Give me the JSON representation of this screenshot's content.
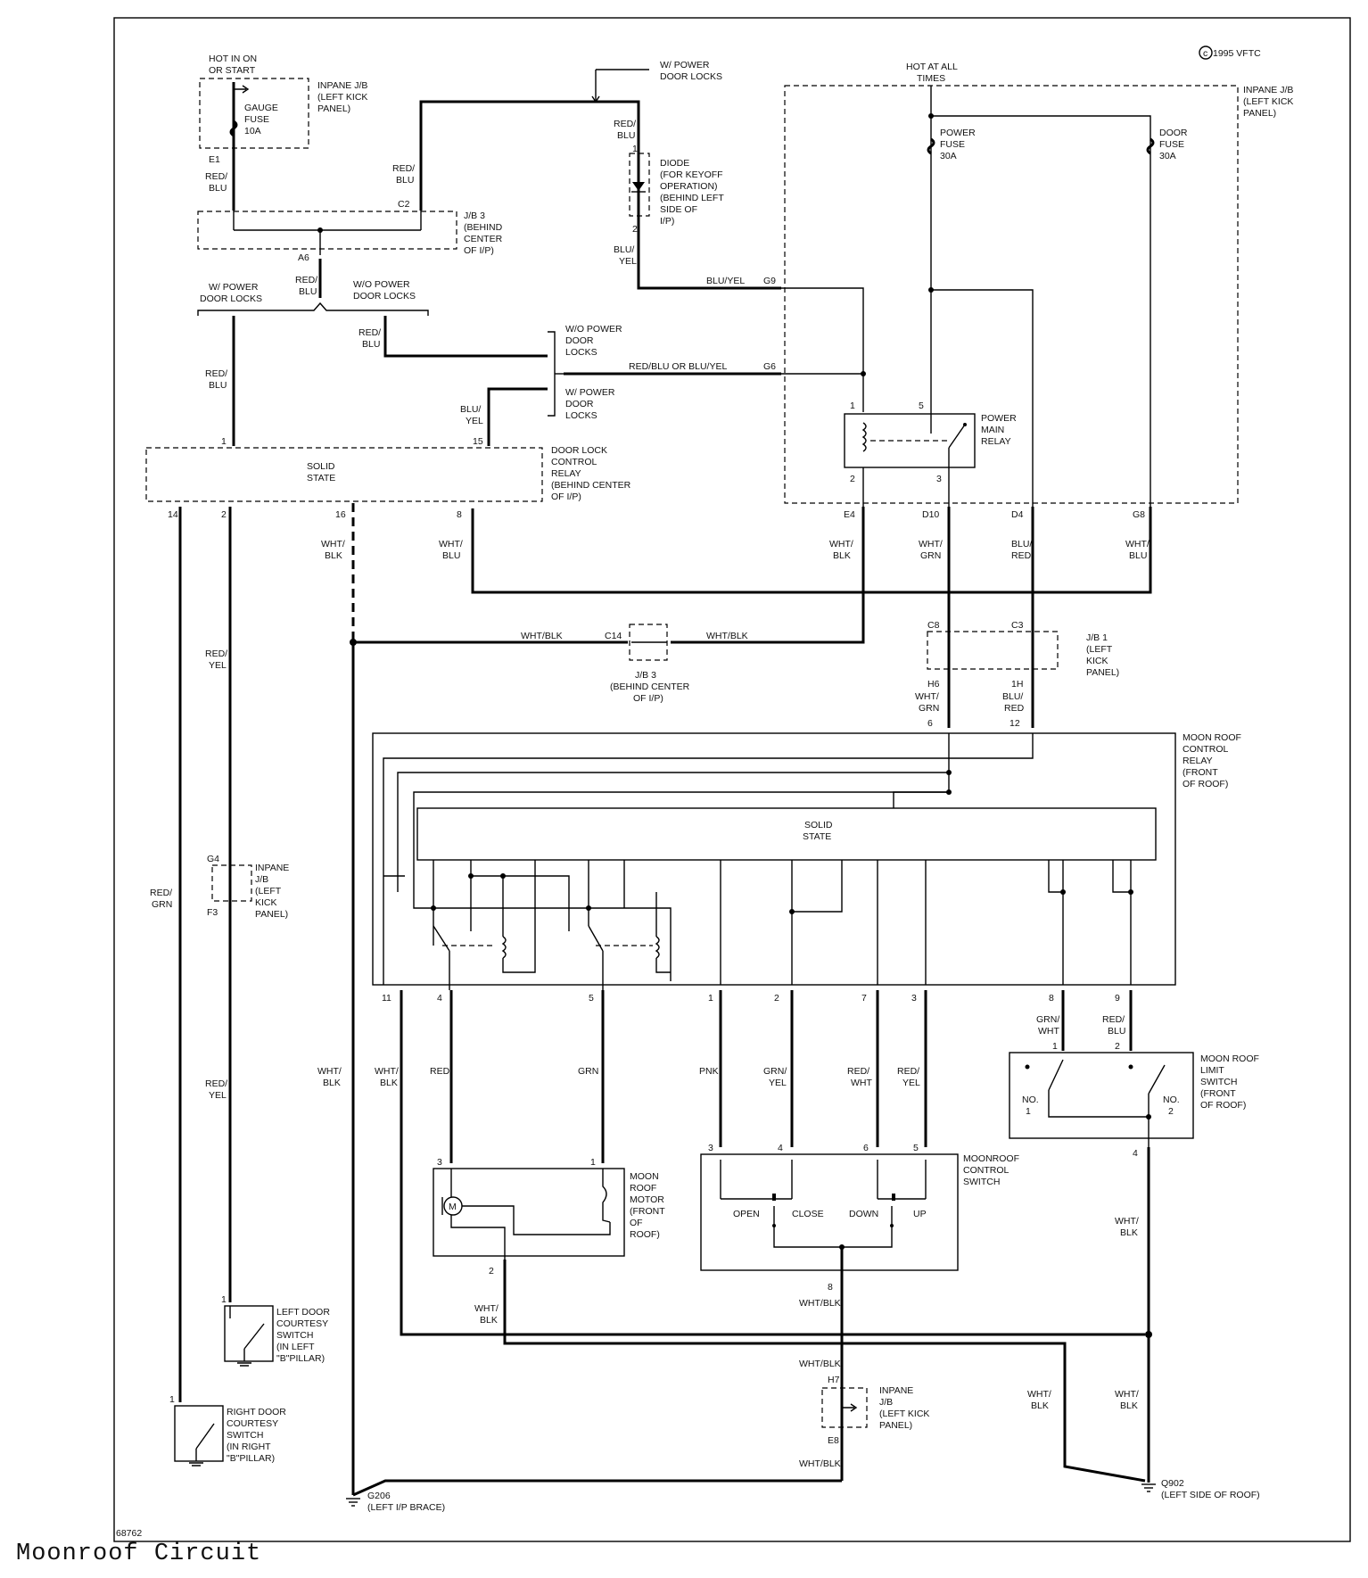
{
  "copyright": "1995 VFTC",
  "figure_id": "68762",
  "caption": "Moonroof Circuit",
  "colors": {
    "wire": "#000000",
    "background": "#ffffff"
  },
  "labels": {
    "hot_in_on": [
      "HOT IN ON",
      "OR START"
    ],
    "gauge_fuse": [
      "GAUGE",
      "FUSE",
      "10A"
    ],
    "inpane_jb_top": [
      "INPANE J/B",
      "(LEFT KICK",
      "PANEL)"
    ],
    "w_power_door_locks_top": [
      "W/ POWER",
      "DOOR LOCKS"
    ],
    "diode": [
      "DIODE",
      "(FOR KEYOFF",
      "OPERATION)",
      "(BEHIND LEFT",
      "SIDE OF",
      "I/P)"
    ],
    "hot_at_all_times": [
      "HOT AT ALL",
      "TIMES"
    ],
    "inpane_jb_right": [
      "INPANE J/B",
      "(LEFT KICK",
      "PANEL)"
    ],
    "power_fuse": [
      "POWER",
      "FUSE",
      "30A"
    ],
    "door_fuse": [
      "DOOR",
      "FUSE",
      "30A"
    ],
    "jb3_top": [
      "J/B 3",
      "(BEHIND",
      "CENTER",
      "OF I/P)"
    ],
    "w_power_door_locks_left": [
      "W/ POWER",
      "DOOR LOCKS"
    ],
    "wo_power_door_locks_mid": [
      "W/O POWER",
      "DOOR LOCKS"
    ],
    "wo_power_door_locks_bracket": [
      "W/O POWER",
      "DOOR",
      "LOCKS"
    ],
    "w_power_door_locks_bracket": [
      "W/ POWER",
      "DOOR",
      "LOCKS"
    ],
    "power_main_relay": [
      "POWER",
      "MAIN",
      "RELAY"
    ],
    "solid_state": [
      "SOLID",
      "STATE"
    ],
    "door_lock_control_relay": [
      "DOOR LOCK",
      "CONTROL",
      "RELAY",
      "(BEHIND CENTER",
      "OF I/P)"
    ],
    "jb3_mid": [
      "J/B 3",
      "(BEHIND CENTER",
      "OF I/P)"
    ],
    "jb1": [
      "J/B 1",
      "(LEFT",
      "KICK",
      "PANEL)"
    ],
    "moon_roof_control_relay": [
      "MOON ROOF",
      "CONTROL",
      "RELAY",
      "(FRONT",
      "OF ROOF)"
    ],
    "inpane_jb_left": [
      "INPANE",
      "J/B",
      "(LEFT",
      "KICK",
      "PANEL)"
    ],
    "moon_roof_limit_switch": [
      "MOON ROOF",
      "LIMIT",
      "SWITCH",
      "(FRONT",
      "OF ROOF)"
    ],
    "moon_roof_motor": [
      "MOON",
      "ROOF",
      "MOTOR",
      "(FRONT",
      "OF",
      "ROOF)"
    ],
    "moonroof_control_switch": [
      "MOONROOF",
      "CONTROL",
      "SWITCH"
    ],
    "left_door_courtesy": [
      "LEFT DOOR",
      "COURTESY",
      "SWITCH",
      "(IN LEFT",
      "\"B\"PILLAR)"
    ],
    "right_door_courtesy": [
      "RIGHT DOOR",
      "COURTESY",
      "SWITCH",
      "(IN RIGHT",
      "\"B\"PILLAR)"
    ],
    "inpane_jb_bottom": [
      "INPANE",
      "J/B",
      "(LEFT KICK",
      "PANEL)"
    ],
    "g206": [
      "G206",
      "(LEFT I/P BRACE)"
    ],
    "g902": [
      "Q902",
      "(LEFT SIDE OF ROOF)"
    ],
    "switch_positions": [
      "OPEN",
      "CLOSE",
      "DOWN",
      "UP"
    ],
    "limit_no1": [
      "NO.",
      "1"
    ],
    "limit_no2": [
      "NO.",
      "2"
    ]
  },
  "wire_colors": {
    "red_blu": [
      "RED/",
      "BLU"
    ],
    "blu_yel": [
      "BLU/",
      "YEL"
    ],
    "blu_yel_inline": "BLU/YEL",
    "red_blu_or_blu_yel": "RED/BLU  OR      BLU/YEL",
    "wht_blk": [
      "WHT/",
      "BLK"
    ],
    "wht_blk_inline": "WHT/BLK",
    "wht_blu": [
      "WHT/",
      "BLU"
    ],
    "wht_grn": [
      "WHT/",
      "GRN"
    ],
    "blu_red": [
      "BLU/",
      "RED"
    ],
    "red_yel": [
      "RED/",
      "YEL"
    ],
    "red_grn": [
      "RED/",
      "GRN"
    ],
    "red": "RED",
    "grn": "GRN",
    "pnk": "PNK",
    "grn_yel": [
      "GRN/",
      "YEL"
    ],
    "red_wht": [
      "RED/",
      "WHT"
    ],
    "grn_wht": [
      "GRN/",
      "WHT"
    ]
  },
  "connectors": {
    "e1": "E1",
    "c2": "C2",
    "a6": "A6",
    "g9": "G9",
    "g6": "G6",
    "e4": "E4",
    "d10": "D10",
    "d4": "D4",
    "g8": "G8",
    "c14": "C14",
    "c8": "C8",
    "c3": "C3",
    "h6": "H6",
    "i_h": "1H",
    "g4": "G4",
    "f3": "F3",
    "h7": "H7",
    "e8": "E8"
  },
  "pins": {
    "diode_1": "1",
    "diode_2": "2",
    "relay_1": "1",
    "relay_5": "5",
    "relay_2": "2",
    "relay_3": "3",
    "dlcr_1": "1",
    "dlcr_15": "15",
    "dlcr_14": "14",
    "dlcr_2": "2",
    "dlcr_16": "16",
    "dlcr_8": "8",
    "mrcr_6": "6",
    "mrcr_12": "12",
    "mrcr_11": "11",
    "mrcr_4": "4",
    "mrcr_5": "5",
    "mrcr_1": "1",
    "mrcr_2": "2",
    "mrcr_7": "7",
    "mrcr_3": "3",
    "mrcr_8": "8",
    "mrcr_9": "9",
    "ls_1": "1",
    "ls_2": "2",
    "ls_4": "4",
    "motor_3": "3",
    "motor_1": "1",
    "motor_2": "2",
    "cs_3": "3",
    "cs_4": "4",
    "cs_6": "6",
    "cs_5": "5",
    "cs_8": "8",
    "ldc_1": "1",
    "rdc_1": "1"
  }
}
